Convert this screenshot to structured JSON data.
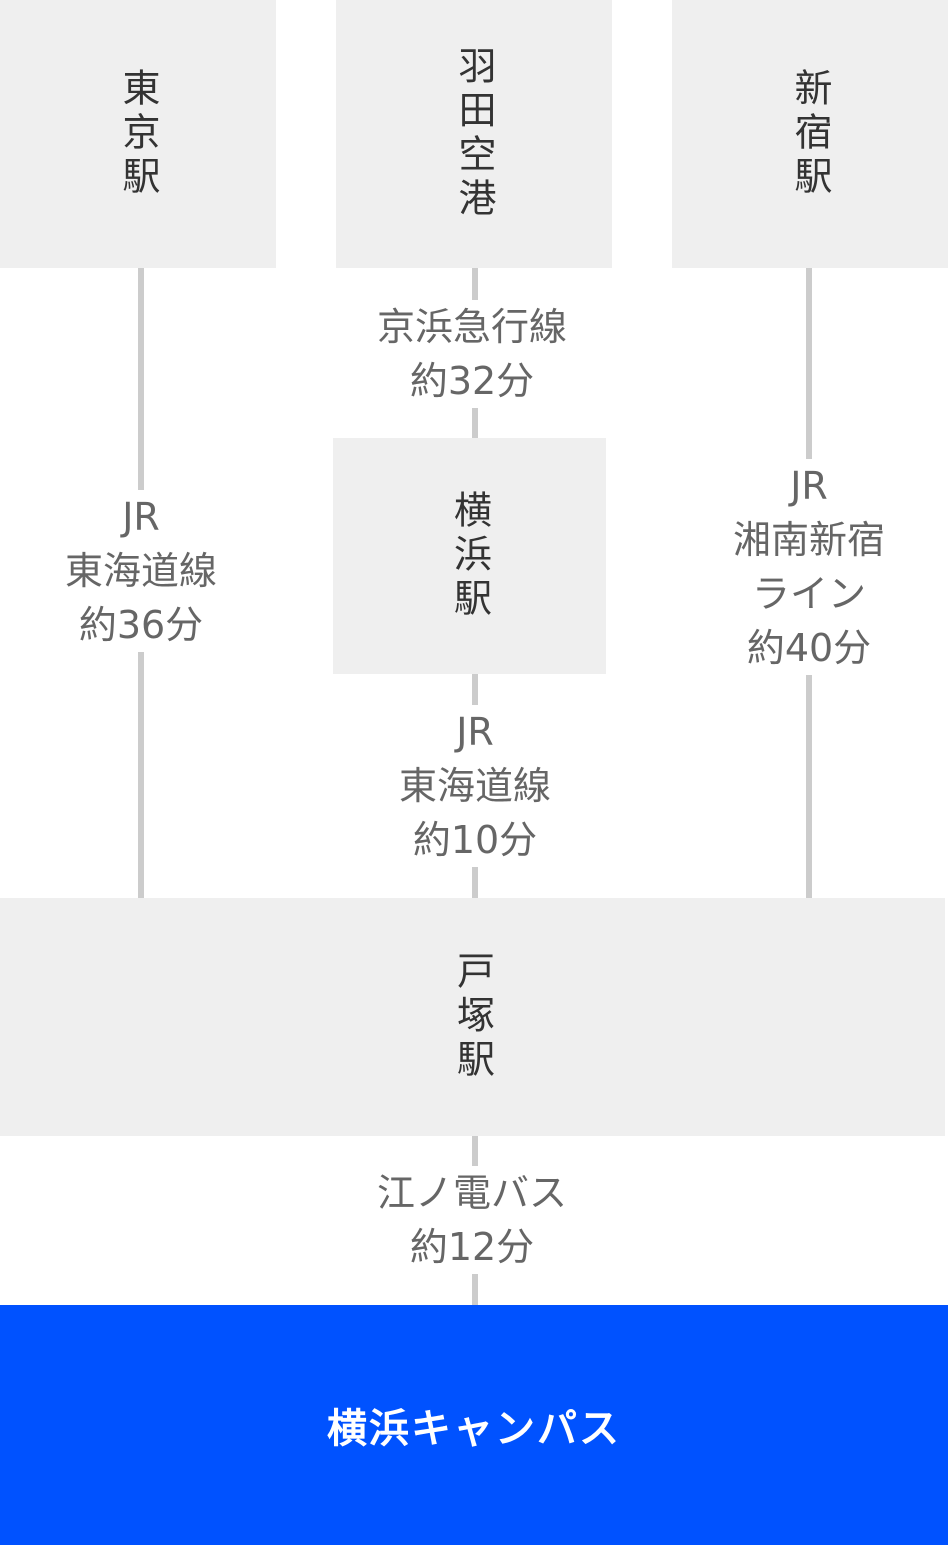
{
  "stations": {
    "tokyo": "東京駅",
    "haneda": "羽田空港",
    "shinjuku": "新宿駅",
    "yokohama": "横浜駅",
    "totsuka": "戸塚駅"
  },
  "routes": {
    "tokyo_totsuka": {
      "line": [
        "JR",
        "東海道線"
      ],
      "time": "約36分"
    },
    "haneda_yokohama": {
      "line": [
        "京浜急行線"
      ],
      "time": "約32分"
    },
    "shinjuku_totsuka": {
      "line": [
        "JR",
        "湘南新宿",
        "ライン"
      ],
      "time": "約40分"
    },
    "yokohama_totsuka": {
      "line": [
        "JR",
        "東海道線"
      ],
      "time": "約10分"
    },
    "totsuka_campus": {
      "line": [
        "江ノ電バス"
      ],
      "time": "約12分"
    }
  },
  "destination": {
    "label": "横浜キャンパス"
  },
  "colors": {
    "station_box": "#efefef",
    "connector": "#cccccc",
    "label_text": "#666666",
    "station_text": "#333333",
    "destination_bg": "#0052ff",
    "destination_text": "#ffffff"
  }
}
